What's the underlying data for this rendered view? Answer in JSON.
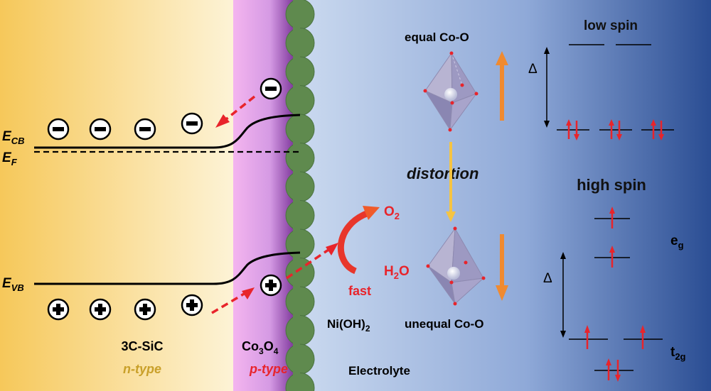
{
  "labels": {
    "e_cb_main": "E",
    "e_cb_sub": "CB",
    "e_f_main": "E",
    "e_f_sub": "F",
    "e_vb_main": "E",
    "e_vb_sub": "VB",
    "sic_name": "3C-SiC",
    "sic_type": "n-type",
    "co3o4_a": "Co",
    "co3o4_b": "3",
    "co3o4_c": "O",
    "co3o4_d": "4",
    "co3o4_type": "p-type",
    "nioh_a": "Ni(OH)",
    "nioh_b": "2",
    "electrolyte": "Electrolyte",
    "o2_a": "O",
    "o2_b": "2",
    "h2o_a": "H",
    "h2o_b": "2",
    "h2o_c": "O",
    "fast": "fast",
    "equal_coo": "equal Co-O",
    "unequal_coo": "unequal Co-O",
    "distortion": "distortion",
    "low_spin": "low spin",
    "high_spin": "high spin",
    "delta_top": "Δ",
    "delta_bottom": "Δ",
    "eg_a": "e",
    "eg_b": "g",
    "t2g_a": "t",
    "t2g_b": "2g"
  },
  "symbols": {
    "electron": "−",
    "hole": "+"
  },
  "colors": {
    "n_region": "#f6c85a",
    "p_region": "#f0a8ec",
    "p_edge": "#6b2d86",
    "electrolyte_light": "#c9d8ee",
    "electrolyte_dark": "#2c4f95",
    "nioh_layer": "#5f8a4e",
    "arrow_red": "#e8242b",
    "arrow_orange": "#f08a30",
    "arrow_yellow": "#f5c443",
    "text_gold": "#c9a02a",
    "text_red": "#e8242b"
  }
}
